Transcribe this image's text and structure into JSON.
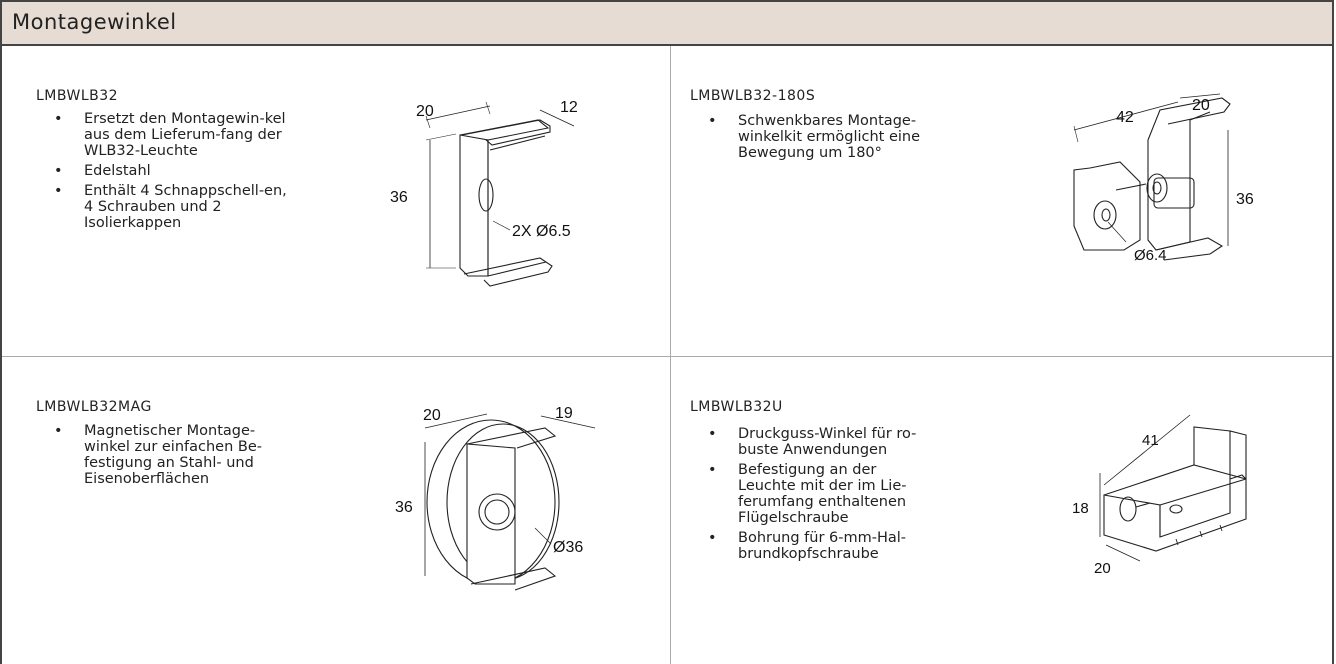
{
  "header": {
    "title": "Montagewinkel"
  },
  "products": [
    {
      "model": "LMBWLB32",
      "bullets": [
        "Ersetzt den Montagewin-kel aus dem Lieferum-fang der WLB32-Leuchte",
        "Edelstahl",
        "Enthält 4 Schnappschell-en, 4 Schrauben und 2 Isolierkappen"
      ],
      "dims": {
        "width": "20",
        "depth": "12",
        "height": "36",
        "hole": "2X Ø6.5"
      }
    },
    {
      "model": "LMBWLB32-180S",
      "bullets": [
        "Schwenkbares Montage-winkelkit ermöglicht eine Bewegung um 180°"
      ],
      "dims": {
        "width": "42",
        "depth": "20",
        "height": "36",
        "hole": "Ø6.4"
      }
    },
    {
      "model": "LMBWLB32MAG",
      "bullets": [
        "Magnetischer Montage-winkel zur einfachen Be-festigung an Stahl- und Eisenoberflächen"
      ],
      "dims": {
        "width": "20",
        "depth": "19",
        "height": "36",
        "hole": "Ø36"
      }
    },
    {
      "model": "LMBWLB32U",
      "bullets": [
        "Druckguss-Winkel für ro-buste Anwendungen",
        "Befestigung an der Leuchte mit der im Lie-ferumfang enthaltenen Flügelschraube",
        "Bohrung für 6-mm-Hal-brundkopfschraube"
      ],
      "dims": {
        "width": "41",
        "height": "18",
        "depth": "20"
      }
    }
  ]
}
